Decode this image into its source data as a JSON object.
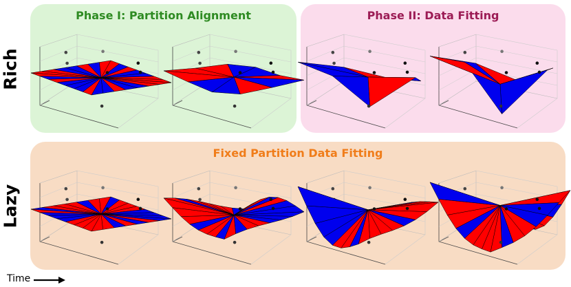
{
  "colors": {
    "phase1_bg": "#dcf4d6",
    "phase2_bg": "#fbdcec",
    "lazy_bg": "#f8dcc4",
    "phase1_title": "#2e8b22",
    "phase2_title": "#9c1c55",
    "lazy_title": "#f07d1a",
    "red": "#ff0000",
    "blue": "#0000ee"
  },
  "rows": {
    "rich": "Rich",
    "lazy": "Lazy"
  },
  "panels": {
    "phase1": {
      "title": "Phase I: Partition Alignment"
    },
    "phase2": {
      "title": "Phase II: Data Fitting"
    },
    "lazy": {
      "title": "Fixed Partition Data Fitting"
    }
  },
  "footer": {
    "time_label": "Time"
  }
}
